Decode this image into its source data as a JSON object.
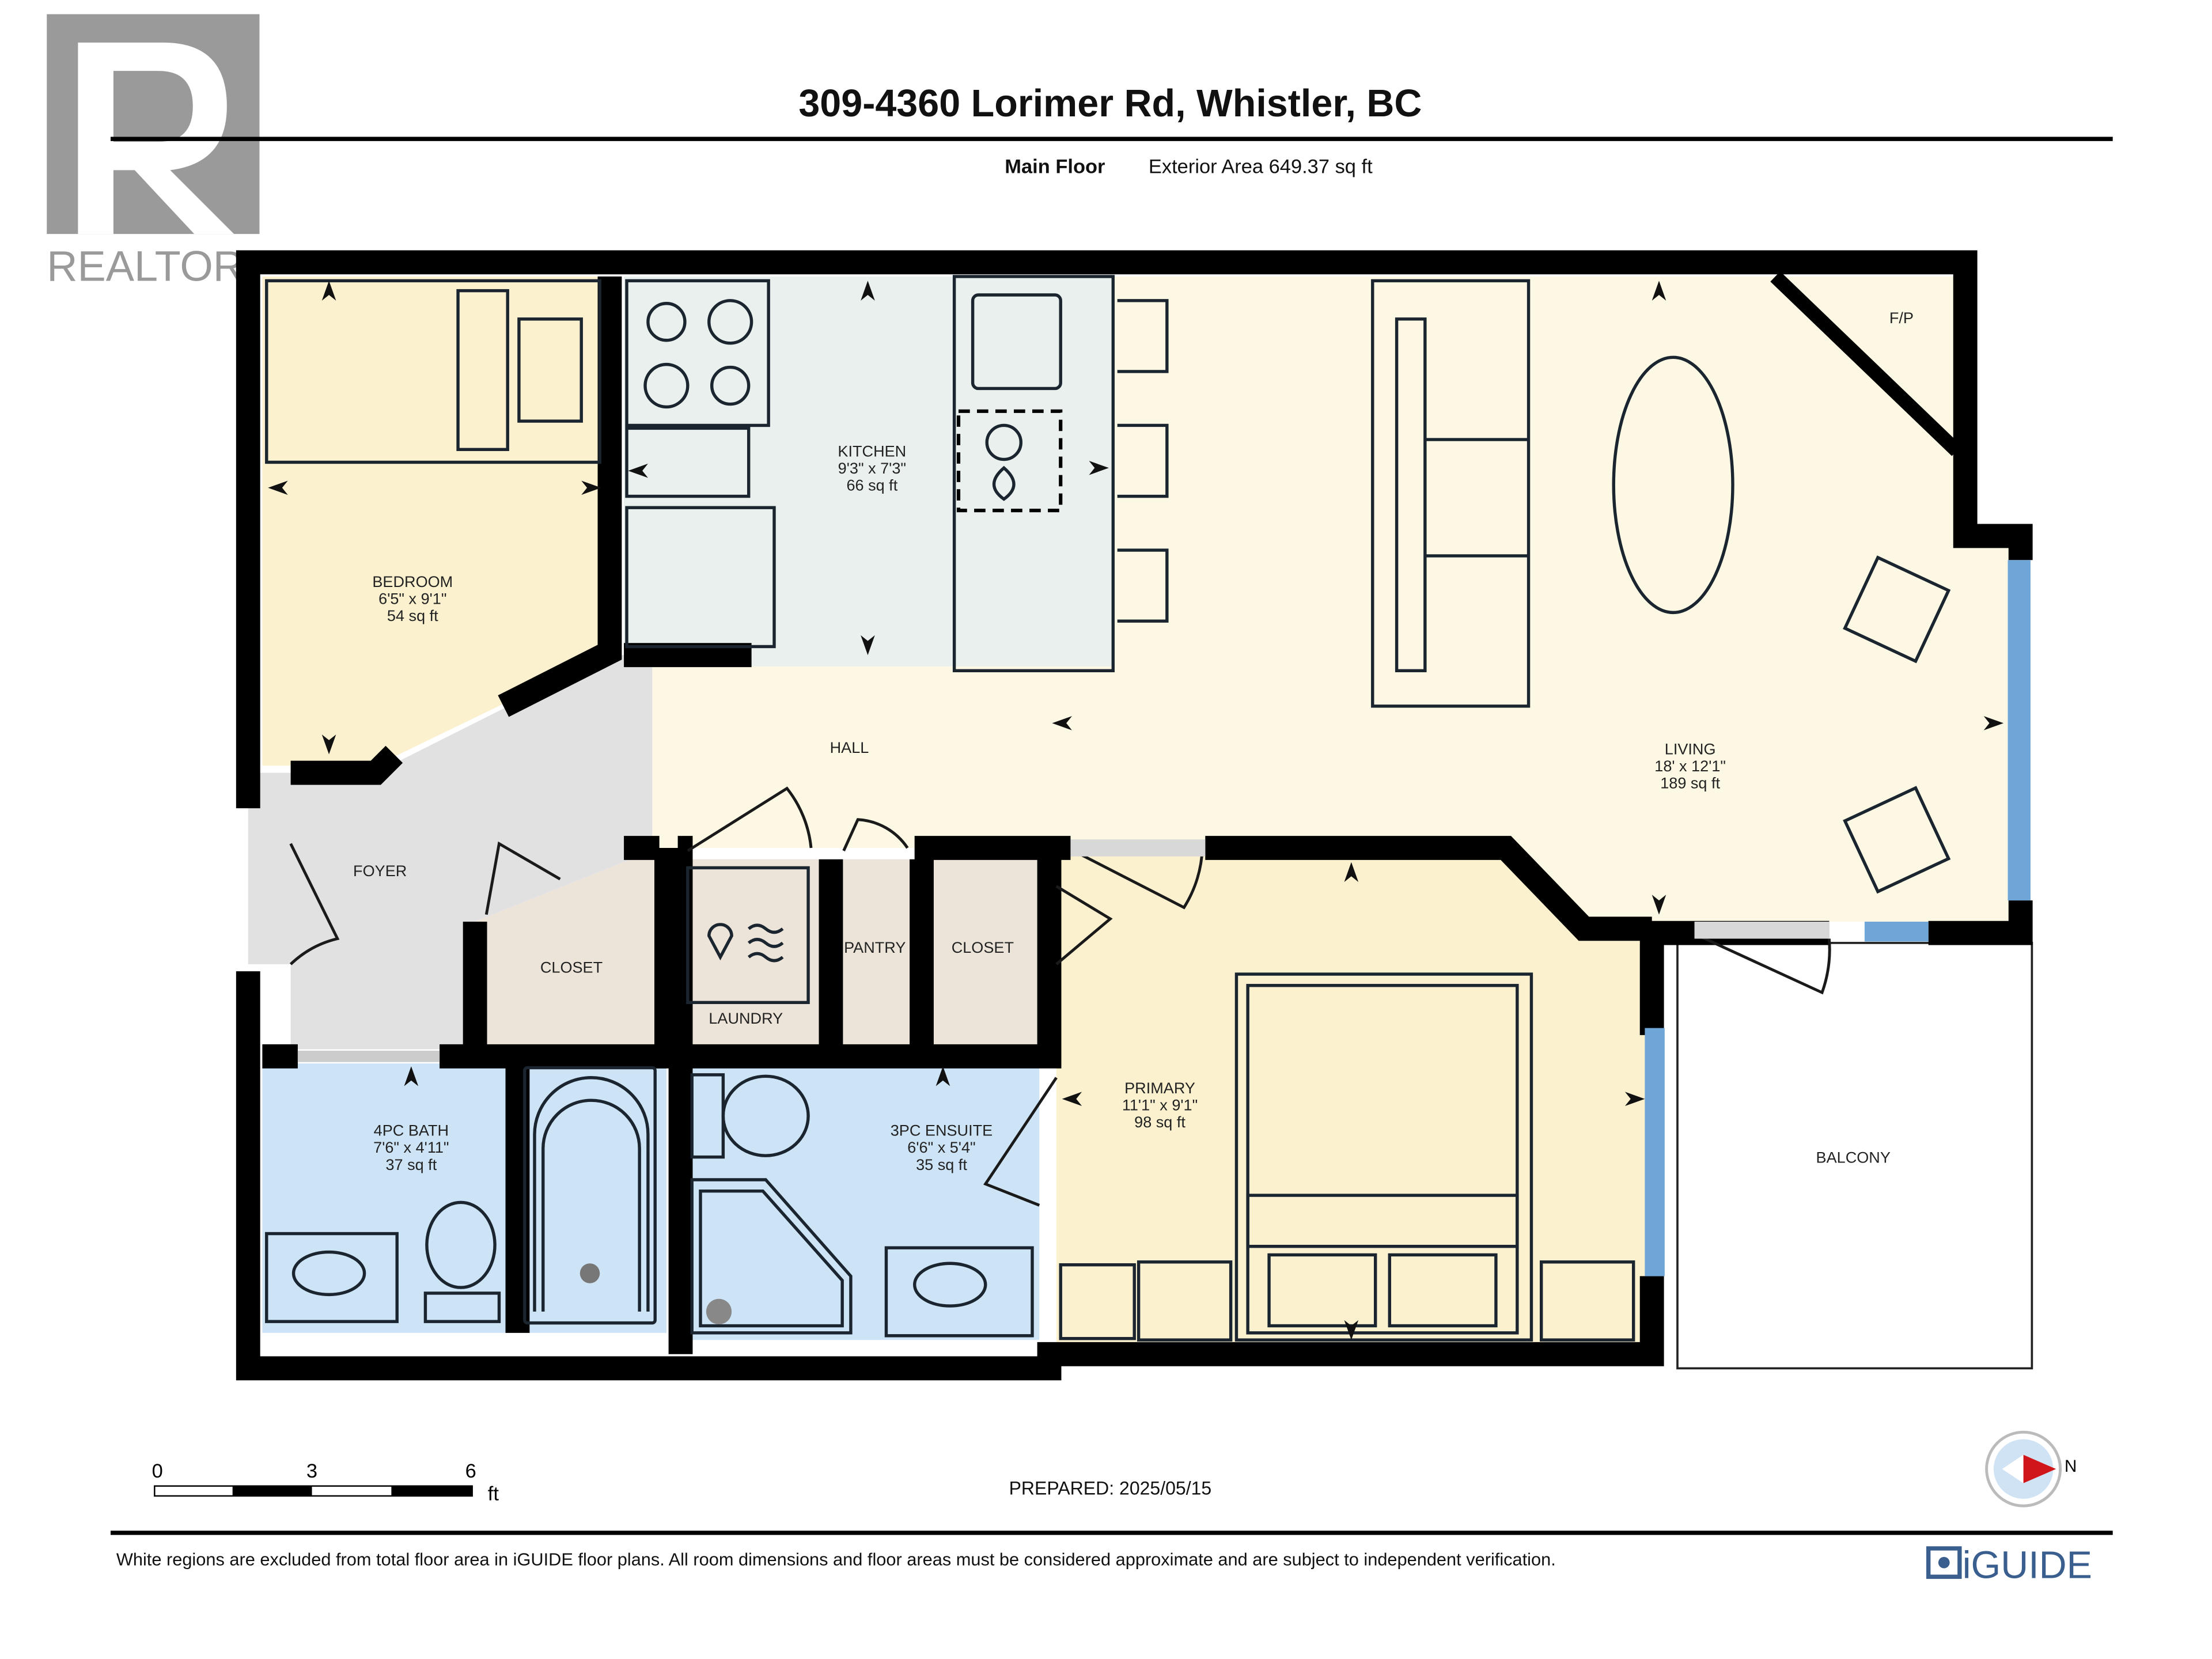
{
  "header": {
    "title": "309-4360 Lorimer Rd, Whistler, BC",
    "floor": "Main Floor",
    "exterior_area": "Exterior Area 649.37 sq ft",
    "logo_realtor": "REALTOR"
  },
  "rooms": {
    "bedroom": {
      "name": "BEDROOM",
      "dims": "6'5\" x 9'1\"",
      "area": "54 sq ft"
    },
    "kitchen": {
      "name": "KITCHEN",
      "dims": "9'3\" x 7'3\"",
      "area": "66 sq ft"
    },
    "living": {
      "name": "LIVING",
      "dims": "18' x 12'1\"",
      "area": "189 sq ft"
    },
    "hall": {
      "name": "HALL"
    },
    "foyer": {
      "name": "FOYER"
    },
    "closet1": {
      "name": "CLOSET"
    },
    "laundry": {
      "name": "LAUNDRY"
    },
    "pantry": {
      "name": "PANTRY"
    },
    "closet2": {
      "name": "CLOSET"
    },
    "primary": {
      "name": "PRIMARY",
      "dims": "11'1\" x 9'1\"",
      "area": "98 sq ft"
    },
    "bath4": {
      "name": "4PC BATH",
      "dims": "7'6\" x 4'11\"",
      "area": "37 sq ft"
    },
    "ensuite": {
      "name": "3PC ENSUITE",
      "dims": "6'6\" x 5'4\"",
      "area": "35 sq ft"
    },
    "balcony": {
      "name": "BALCONY"
    },
    "fireplace": {
      "name": "F/P"
    }
  },
  "scale": {
    "ticks": [
      "0",
      "3",
      "6"
    ],
    "unit": "ft"
  },
  "prepared": "PREPARED: 2025/05/15",
  "compass": {
    "label": "N"
  },
  "footer": {
    "disclaimer": "White regions are excluded from total floor area in iGUIDE floor plans. All room dimensions and floor areas must be considered approximate and are subject to independent verification.",
    "brand": "iGUIDE"
  },
  "colors": {
    "bedroom": "#fbf1cf",
    "kitchen": "#e9f0ed",
    "living": "#fdf8e4",
    "foyer": "#e1e1e1",
    "closet": "#ece4d8",
    "bath": "#cde3f6",
    "window": "#6fa6d8",
    "brand": "#3a5f8f"
  }
}
